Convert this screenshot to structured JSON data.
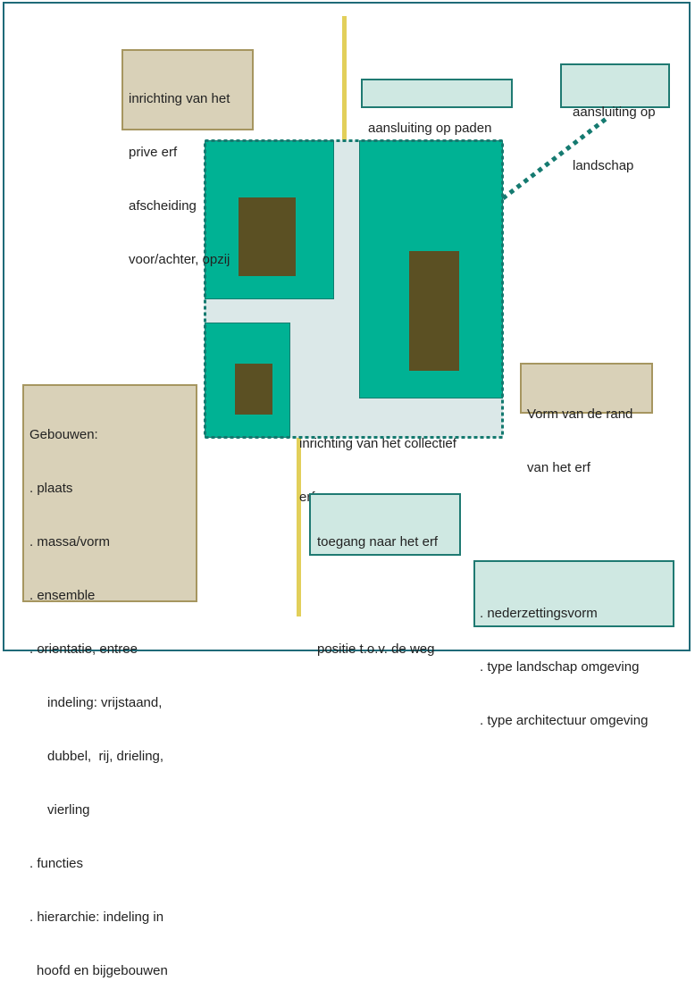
{
  "diagram": {
    "title": "",
    "colors": {
      "frame": "#1f6a78",
      "plot_green": "#00b294",
      "building": "#5b5023",
      "collective_yard": "#dbe8e8",
      "road_yellow": "#e2cf5a",
      "tan_box_fill": "#d9d1b8",
      "tan_box_border": "#a69660",
      "teal_box_fill": "#cfe8e2",
      "teal_box_border": "#1f7a72",
      "dotted_line": "#157a70"
    },
    "labels": {
      "prive_erf": [
        "inrichting van het",
        "prive erf",
        "afscheiding",
        "voor/achter, opzij"
      ],
      "paden": "aansluiting op paden",
      "landschap": [
        "aansluiting op",
        "landschap"
      ],
      "collectief_erf": [
        "inrichting van het collectief",
        "erf"
      ],
      "rand": [
        "Vorm van de rand",
        "van het erf"
      ],
      "toegang": [
        "toegang naar het erf",
        "",
        "positie t.o.v. de weg"
      ],
      "omgeving": [
        ". nederzettingsvorm",
        ". type landschap omgeving",
        ". type architectuur omgeving"
      ],
      "gebouwen": {
        "heading": "Gebouwen:",
        "items": [
          ". plaats",
          ". massa/vorm",
          ". ensemble",
          ". orientatie, entree",
          "indeling: vrijstaand,",
          "dubbel,  rij, drieling,",
          "vierling",
          ". functies",
          ". hierarchie: indeling in",
          "hoofd en bijgebouwen"
        ]
      }
    }
  }
}
